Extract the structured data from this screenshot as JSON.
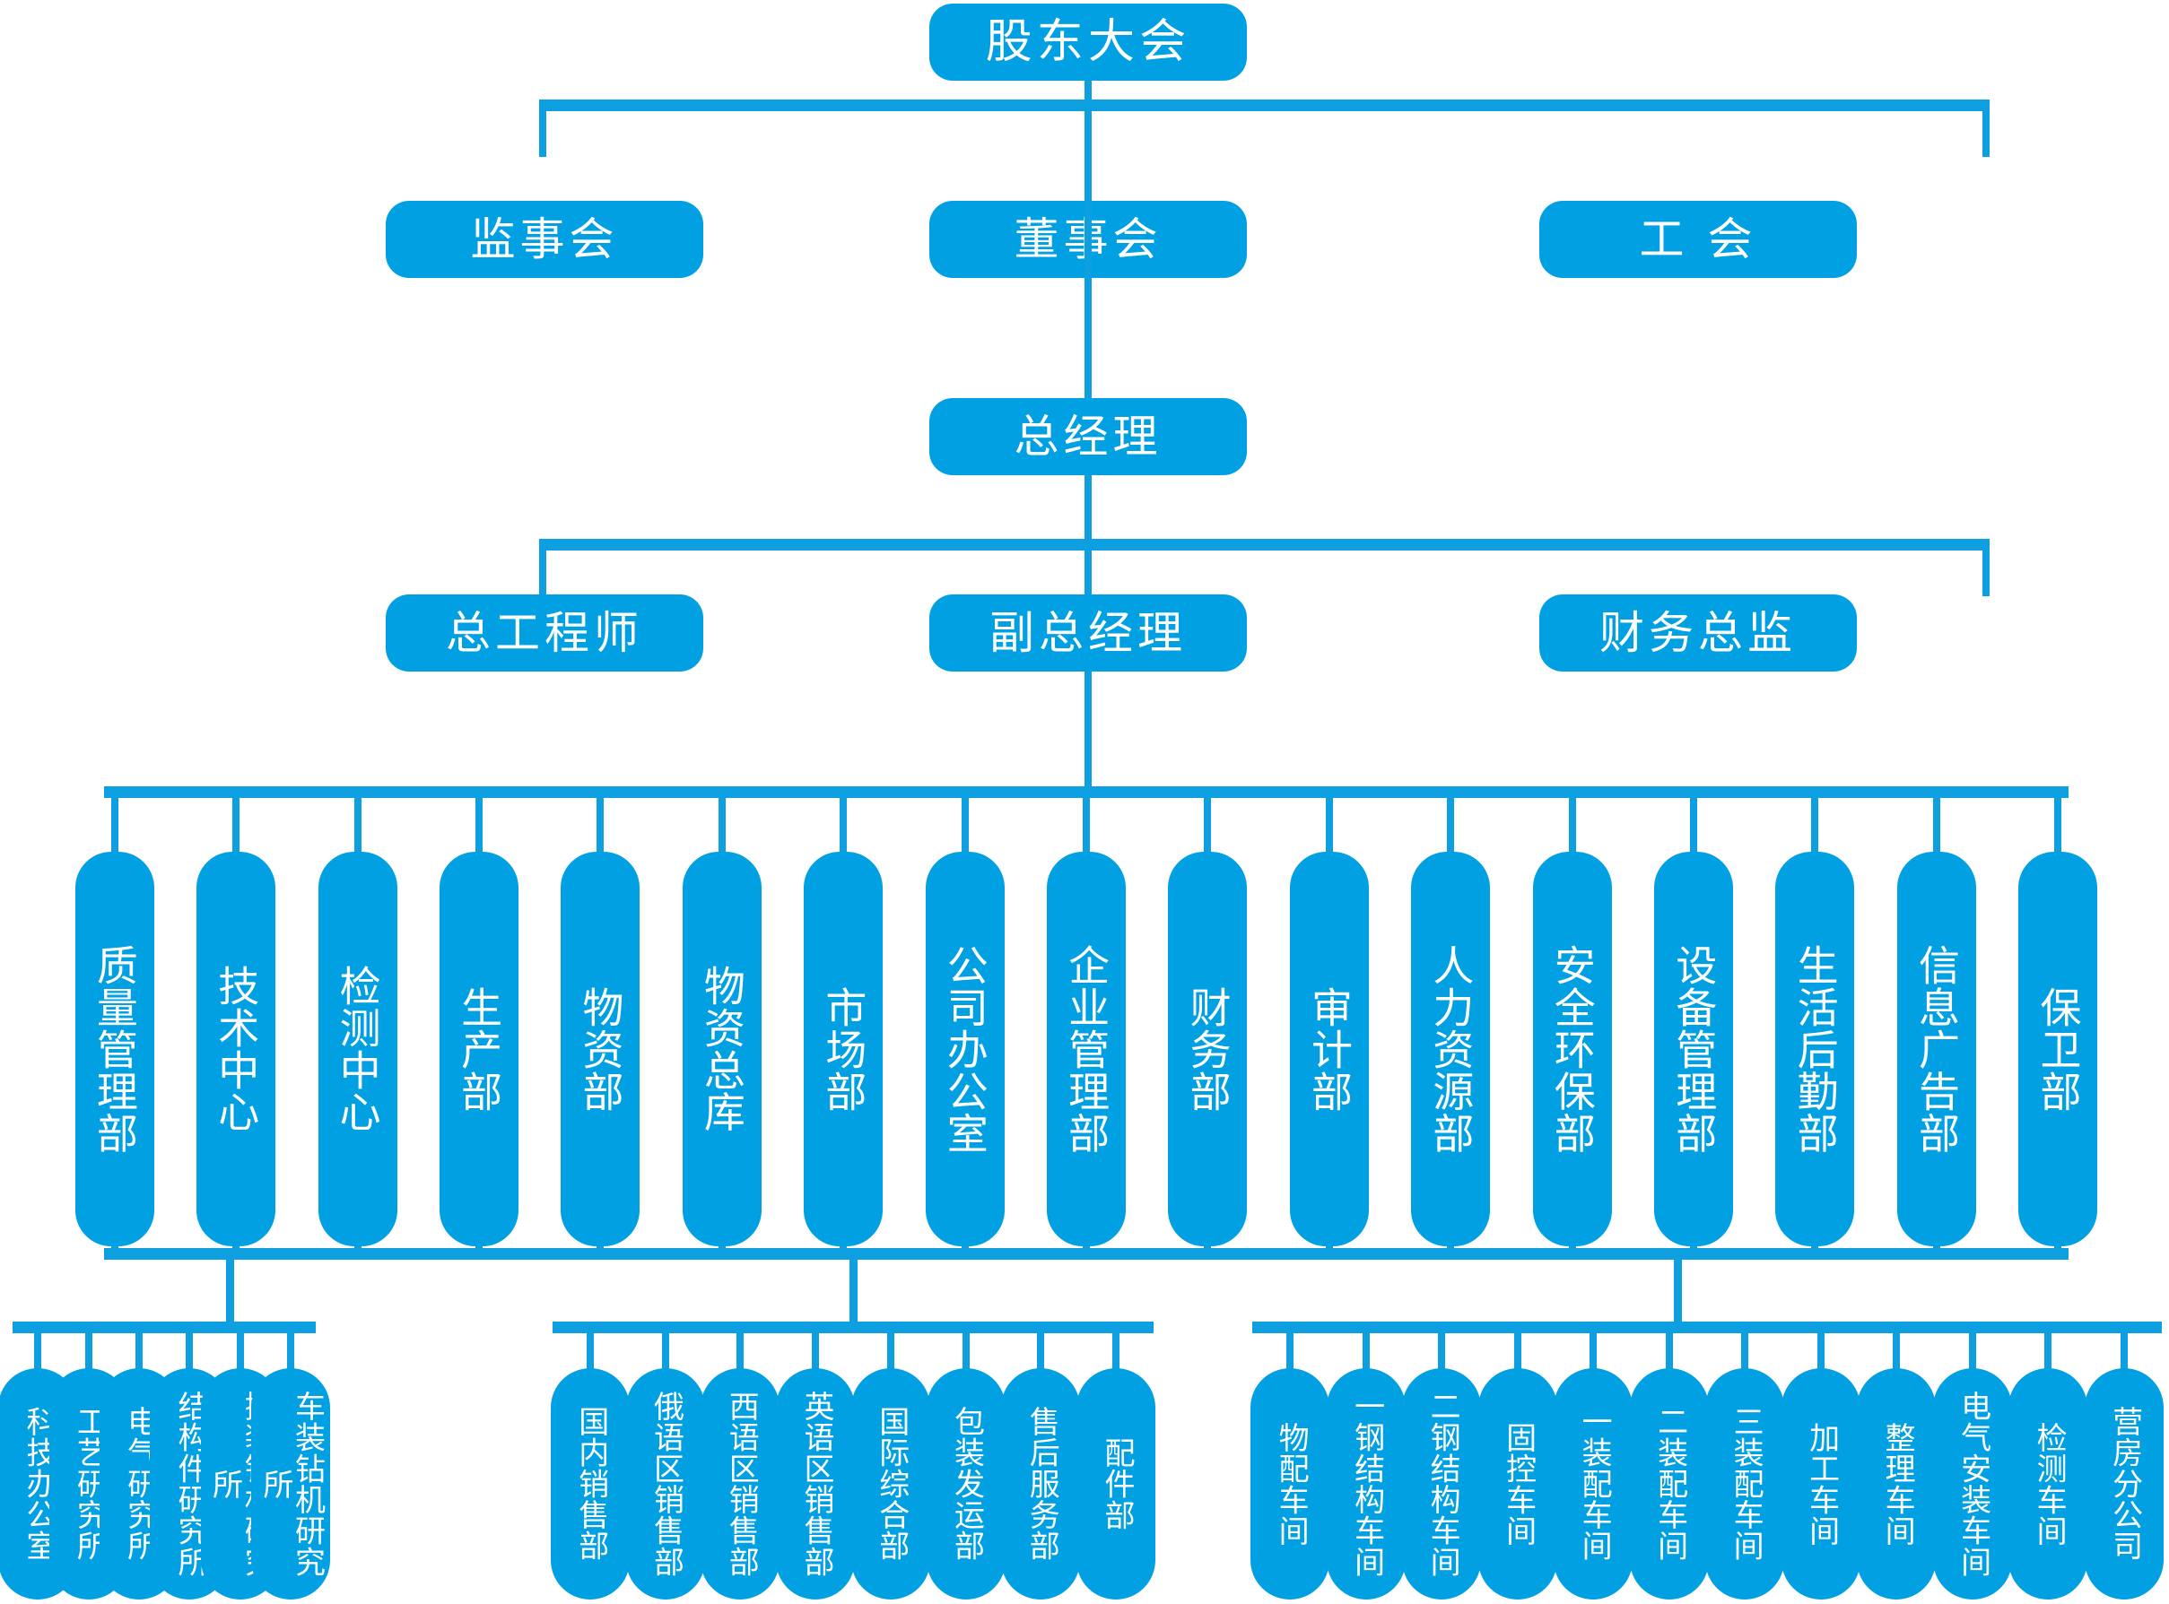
{
  "meta": {
    "diagram_type": "organization-chart",
    "language": "zh-CN",
    "accent_color": "#00A0E3",
    "connector_color": "#0D9FE0",
    "text_color": "#FFFFFF",
    "background": "#FFFFFF"
  },
  "level1": {
    "root": "股东大会"
  },
  "level2": {
    "left": "监事会",
    "center": "董事会",
    "right": "工 会"
  },
  "level3": {
    "center": "总经理"
  },
  "level4": {
    "left": "总工程师",
    "center": "副总经理",
    "right": "财务总监"
  },
  "departments": [
    {
      "label": "质量管理部"
    },
    {
      "label": "技术中心"
    },
    {
      "label": "检测中心"
    },
    {
      "label": "生产部"
    },
    {
      "label": "物资部"
    },
    {
      "label": "物资总库"
    },
    {
      "label": "市场部"
    },
    {
      "label": "公司办公室"
    },
    {
      "label": "企业管理部"
    },
    {
      "label": "财务部"
    },
    {
      "label": "审计部"
    },
    {
      "label": "人力资源部"
    },
    {
      "label": "安全环保部"
    },
    {
      "label": "设备管理部"
    },
    {
      "label": "生活后勤部"
    },
    {
      "label": "信息广告部"
    },
    {
      "label": "保卫部"
    }
  ],
  "groups": [
    {
      "name": "research-institutes",
      "items": [
        {
          "label": "科技办公室"
        },
        {
          "label": "工艺研究所"
        },
        {
          "label": "电气研究所"
        },
        {
          "label": "结构件研究所"
        },
        {
          "label": "撬装钻机研究所"
        },
        {
          "label": "车装钻机研究所"
        }
      ]
    },
    {
      "name": "sales-departments",
      "items": [
        {
          "label": "国内销售部"
        },
        {
          "label": "俄语区销售部"
        },
        {
          "label": "西语区销售部"
        },
        {
          "label": "英语区销售部"
        },
        {
          "label": "国际综合部"
        },
        {
          "label": "包装发运部"
        },
        {
          "label": "售后服务部"
        },
        {
          "label": "配件部"
        }
      ]
    },
    {
      "name": "production-workshops",
      "items": [
        {
          "label": "物配车间"
        },
        {
          "label": "一钢结构车间"
        },
        {
          "label": "二钢结构车间"
        },
        {
          "label": "固控车间"
        },
        {
          "label": "一装配车间"
        },
        {
          "label": "二装配车间"
        },
        {
          "label": "三装配车间"
        },
        {
          "label": "加工车间"
        },
        {
          "label": "整理车间"
        },
        {
          "label": "电气安装车间"
        },
        {
          "label": "检测车间"
        },
        {
          "label": "营房分公司"
        }
      ]
    }
  ]
}
